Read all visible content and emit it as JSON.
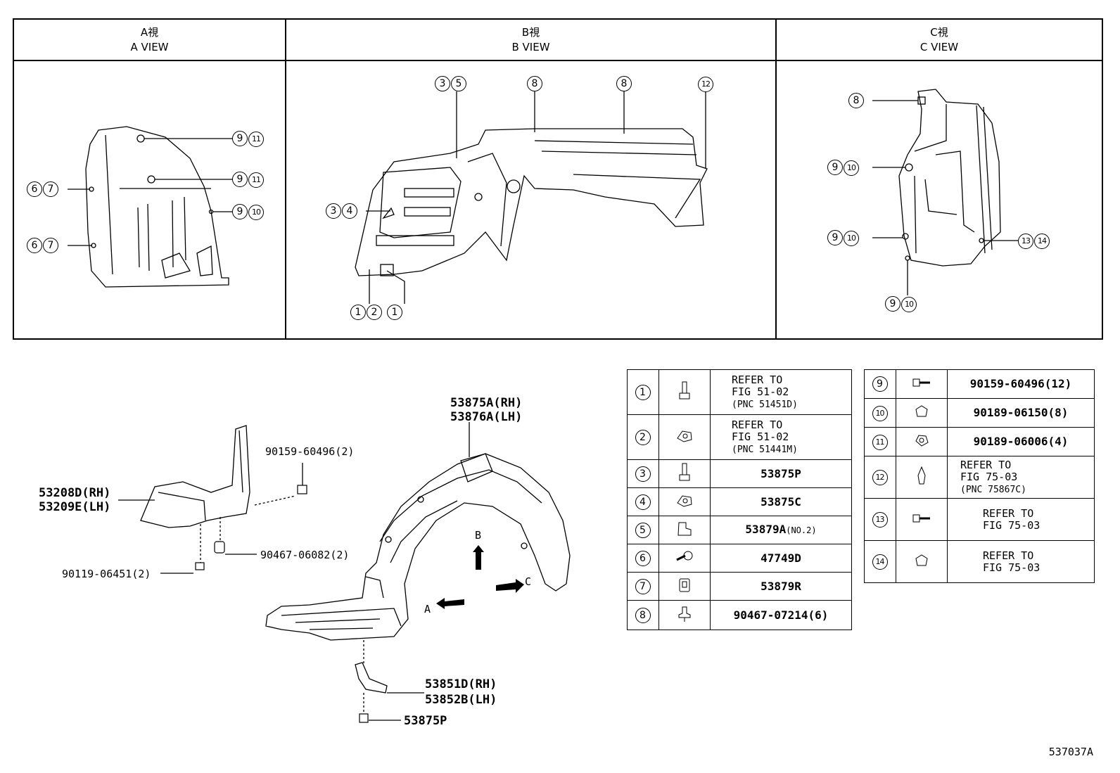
{
  "views": [
    {
      "title_jp": "A視",
      "title_en": "A VIEW"
    },
    {
      "title_jp": "B視",
      "title_en": "B VIEW"
    },
    {
      "title_jp": "C視",
      "title_en": "C VIEW"
    }
  ],
  "view_a": {
    "callouts": [
      {
        "n": [
          "9",
          "11"
        ]
      },
      {
        "n": [
          "9",
          "11"
        ]
      },
      {
        "n": [
          "9",
          "10"
        ]
      },
      {
        "n": [
          "6",
          "7"
        ]
      },
      {
        "n": [
          "6",
          "7"
        ]
      }
    ]
  },
  "view_b": {
    "callouts": [
      {
        "n": [
          "3",
          "5"
        ]
      },
      {
        "n": [
          "8"
        ]
      },
      {
        "n": [
          "8"
        ]
      },
      {
        "n": [
          "12"
        ]
      },
      {
        "n": [
          "3",
          "4"
        ]
      },
      {
        "n": [
          "1",
          "2",
          "1"
        ]
      }
    ]
  },
  "view_c": {
    "callouts": [
      {
        "n": [
          "8"
        ]
      },
      {
        "n": [
          "9",
          "10"
        ]
      },
      {
        "n": [
          "9",
          "10"
        ]
      },
      {
        "n": [
          "13",
          "14"
        ]
      },
      {
        "n": [
          "9",
          "10"
        ]
      }
    ]
  },
  "main_labels": {
    "liner_rh": "53875A(RH)",
    "liner_lh": "53876A(LH)",
    "seal_rh": "53208D(RH)",
    "seal_lh": "53209E(LH)",
    "screw_top": "90159-60496(2)",
    "clip": "90467-06082(2)",
    "bolt": "90119-06451(2)",
    "bracket_rh": "53851D(RH)",
    "bracket_lh": "53852B(LH)",
    "bottom_bolt": "53875P",
    "arrow_a": "A",
    "arrow_b": "B",
    "arrow_c": "C"
  },
  "legend_left": [
    {
      "n": "1",
      "icon": "bolt-icon",
      "ref": true,
      "line1": "REFER TO",
      "line2": "FIG 51-02",
      "line3": "(PNC 51451D)"
    },
    {
      "n": "2",
      "icon": "nut-clip-icon",
      "ref": true,
      "line1": "REFER TO",
      "line2": "FIG 51-02",
      "line3": "(PNC 51441M)"
    },
    {
      "n": "3",
      "icon": "bolt-icon",
      "part": "53875P"
    },
    {
      "n": "4",
      "icon": "nut-clip-icon",
      "part": "53875C"
    },
    {
      "n": "5",
      "icon": "retainer-icon",
      "part": "53879A",
      "suffix": "(NO.2)"
    },
    {
      "n": "6",
      "icon": "screw-grommet-icon",
      "part": "47749D"
    },
    {
      "n": "7",
      "icon": "clip-icon",
      "part": "53879R"
    },
    {
      "n": "8",
      "icon": "push-clip-icon",
      "part": "90467-07214(6)"
    }
  ],
  "legend_right": [
    {
      "n": "9",
      "icon": "tapping-screw-icon",
      "part": "90159-60496(12)"
    },
    {
      "n": "10",
      "icon": "grommet-icon",
      "part": "90189-06150(8)"
    },
    {
      "n": "11",
      "icon": "grommet-nut-icon",
      "part": "90189-06006(4)"
    },
    {
      "n": "12",
      "icon": "push-rivet-icon",
      "ref": true,
      "line1": "REFER TO",
      "line2": "FIG 75-03",
      "line3": "(PNC 75867C)"
    },
    {
      "n": "13",
      "icon": "tapping-screw-icon",
      "ref": true,
      "line1": "REFER TO",
      "line2": "FIG 75-03"
    },
    {
      "n": "14",
      "icon": "grommet-icon",
      "ref": true,
      "line1": "REFER TO",
      "line2": "FIG 75-03"
    }
  ],
  "drawing_id": "537037A"
}
